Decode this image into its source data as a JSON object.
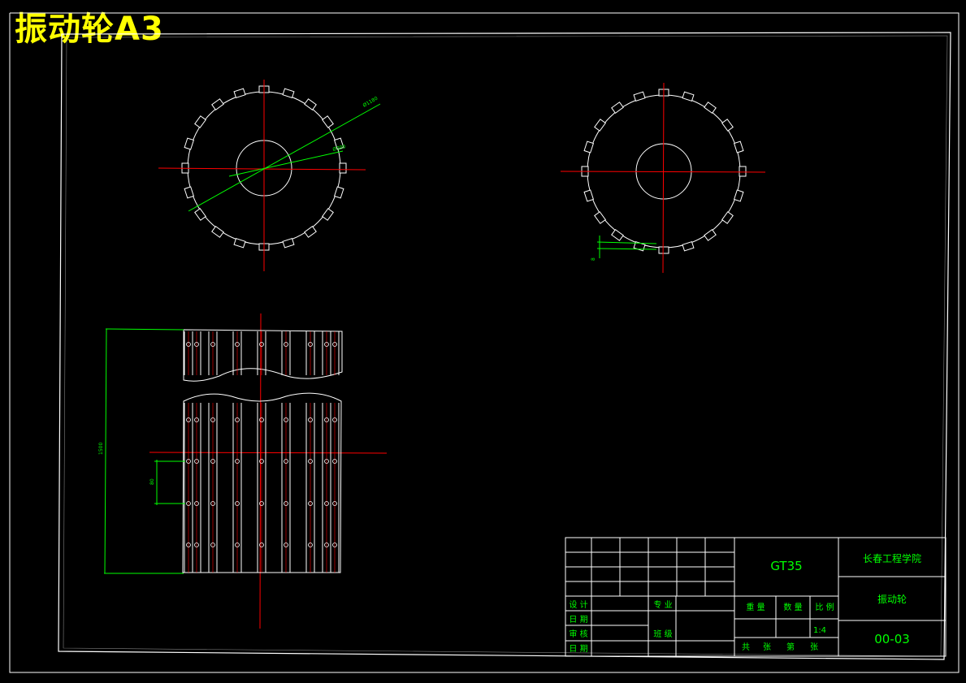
{
  "sheet_title": "振动轮A3",
  "dimensions": {
    "outer_dia": "Ø1180",
    "inner_dia": "Ø300",
    "tooth_height": "8",
    "overall_length": "1500",
    "pitch": "80"
  },
  "title_block": {
    "material": "GT35",
    "school": "长春工程学院",
    "part_name": "振动轮",
    "drawing_no": "00-03",
    "scale": "1:4",
    "labels": {
      "design": "设 计",
      "date1": "日 期",
      "check": "审 核",
      "date2": "日 期",
      "major": "专 业",
      "class": "班 级",
      "weight": "重 量",
      "quantity": "数 量",
      "ratio": "比 例",
      "total": "共",
      "sheets": "张",
      "page": "第",
      "sheets2": "张"
    }
  },
  "colors": {
    "line": "#ffffff",
    "center": "#ff0000",
    "dimension": "#00ff00",
    "text": "#00ff00",
    "title": "#ffff00"
  }
}
